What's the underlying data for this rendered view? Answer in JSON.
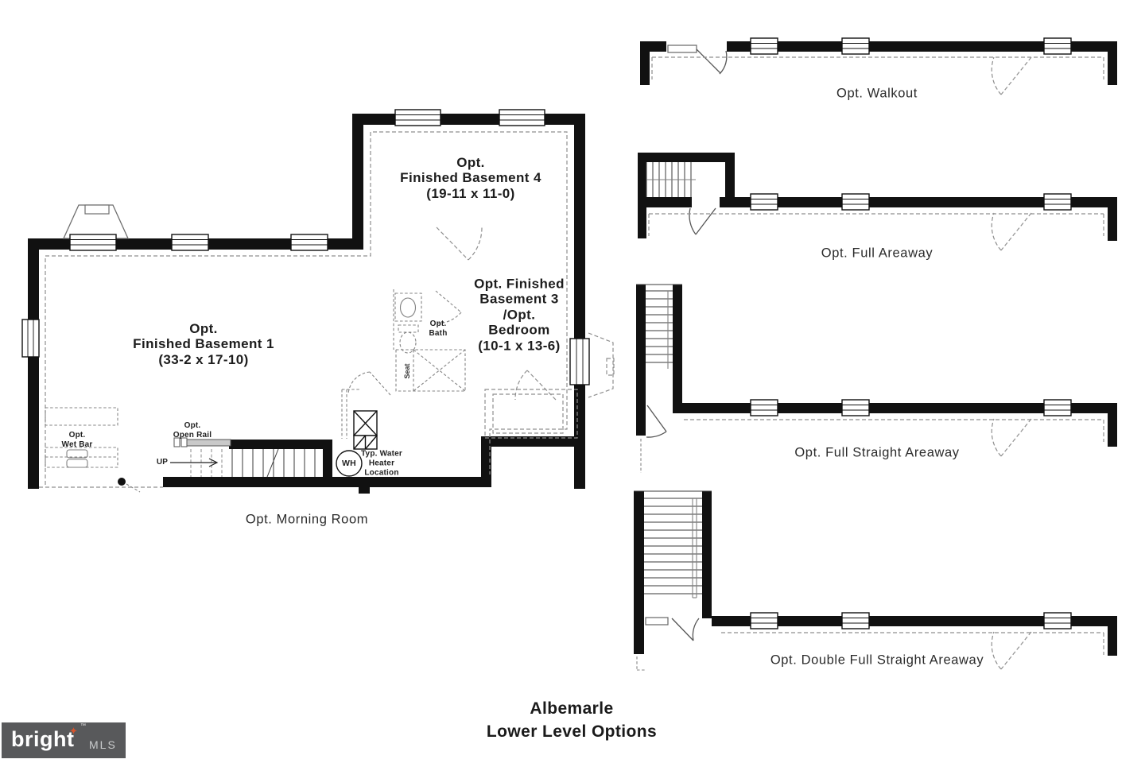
{
  "plan": {
    "fb4": {
      "line1": "Opt.",
      "line2": "Finished Basement 4",
      "line3": "(19-11 x 11-0)"
    },
    "fb1": {
      "line1": "Opt.",
      "line2": "Finished Basement 1",
      "line3": "(33-2 x 17-10)"
    },
    "fb3": {
      "line1": "Opt. Finished",
      "line2": "Basement 3",
      "line3": "/Opt.",
      "line4": "Bedroom",
      "line5": "(10-1 x 13-6)"
    },
    "bath": {
      "line1": "Opt.",
      "line2": "Bath"
    },
    "wet_bar": {
      "line1": "Opt.",
      "line2": "Wet Bar"
    },
    "open_rail": {
      "line1": "Opt.",
      "line2": "Open Rail"
    },
    "up_label": "UP",
    "wh_label": "WH",
    "water_heater": {
      "line1": "Typ. Water",
      "line2": "Heater",
      "line3": "Location"
    },
    "seat_label": "Seat",
    "morning_room": "Opt. Morning Room"
  },
  "options": {
    "walkout": "Opt. Walkout",
    "full_areaway": "Opt. Full Areaway",
    "full_straight_areaway": "Opt. Full Straight Areaway",
    "double_full_straight_areaway": "Opt. Double Full Straight Areaway"
  },
  "title": {
    "name": "Albemarle",
    "subtitle": "Lower Level Options"
  },
  "logo": {
    "brand": "bright",
    "suffix": "MLS",
    "trademark": "™",
    "star": "✦"
  },
  "colors": {
    "wall": "#111111",
    "dashed": "#8f8f8f",
    "logo_bg": "#58595b",
    "logo_star": "#d7542c"
  }
}
